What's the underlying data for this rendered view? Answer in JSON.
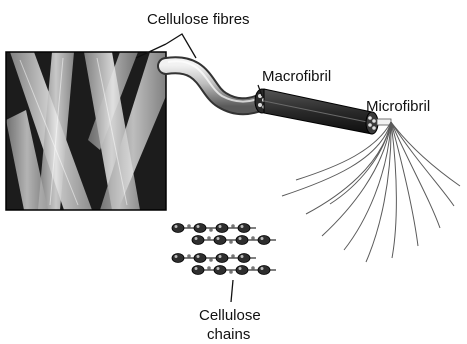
{
  "labels": {
    "cellulose_fibres": "Cellulose fibres",
    "macrofibril": "Macrofibril",
    "microfibril": "Microfibril",
    "cellulose_chains_line1": "Cellulose",
    "cellulose_chains_line2": "chains"
  },
  "colors": {
    "ink": "#111111",
    "photo_dark": "#1a1a1a",
    "fibre_light": "#d9d9d9",
    "fibre_mid": "#9a9a9a",
    "cone_dark": "#2a2a2a"
  }
}
